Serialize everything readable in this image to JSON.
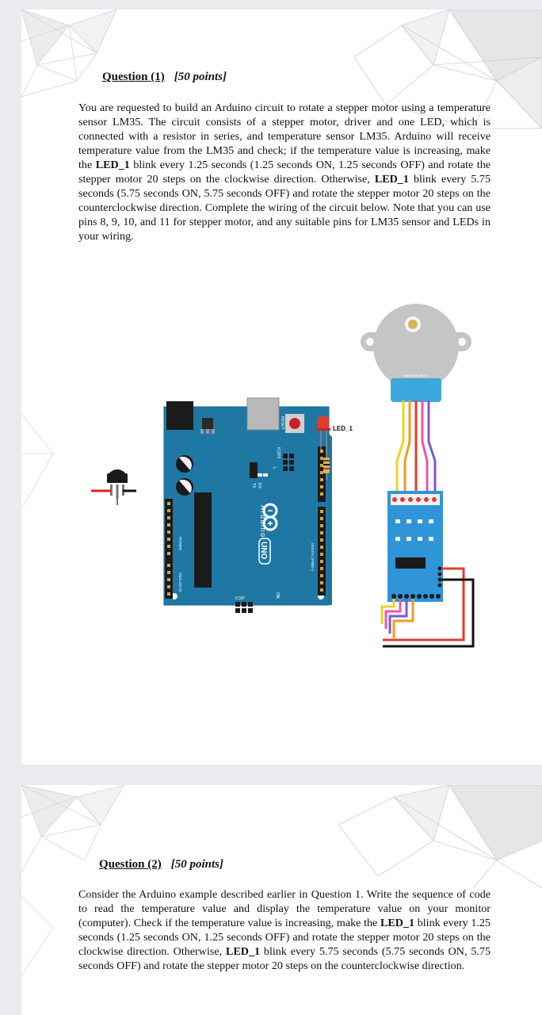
{
  "question1": {
    "title": "Question (1)",
    "points": "[50 points]",
    "body_part1": "You are requested to build an Arduino circuit to rotate a stepper motor using a temperature sensor LM35. The circuit consists of a stepper motor, driver and one LED, which is connected with a resistor in series, and temperature sensor LM35. Arduino will receive temperature value from the LM35 and check; if the temperature value is increasing, make the ",
    "led_emphasis_1": "LED_1",
    "body_part2": " blink every 1.25 seconds (1.25 seconds ON, 1.25 seconds OFF) and rotate the stepper motor 20 steps on the clockwise direction. Otherwise, ",
    "led_emphasis_2": "LED_1",
    "body_part3": " blink every 5.75 seconds (5.75 seconds ON, 5.75 seconds OFF) and rotate the stepper motor 20 steps on the counterclockwise direction. Complete the wiring of the circuit below. Note that you can use pins 8, 9, 10, and 11 for stepper motor, and any suitable pins for LM35 sensor and LEDs in your wiring."
  },
  "circuit": {
    "led_label": "LED_1",
    "board_brand": "Arduino",
    "board_model": "UNO",
    "reset_label": "RESET",
    "icsp_label": "ICSP",
    "icsp2_label": "ICSP2",
    "digital_label": "DIGITAL (PWM~)",
    "analog_label": "ANALOG IN",
    "power_label": "POWER",
    "on_label": "ON",
    "tx_label": "TX",
    "rx_label": "RX",
    "l_label": "L",
    "motor_watermark": "www.arduino.cc"
  },
  "question2": {
    "title": "Question (2)",
    "points": "[50 points]",
    "body_part1": "Consider the Arduino example described earlier in Question 1. Write the sequence of code to read the temperature value and display the temperature value on your monitor (computer). Check if the temperature value is increasing, make the ",
    "led_emphasis_1": "LED_1",
    "body_part2": " blink every 1.25 seconds (1.25 seconds ON, 1.25 seconds OFF) and rotate the stepper motor 20 steps on the clockwise direction. Otherwise, ",
    "led_emphasis_2": "LED_1",
    "body_part3": " blink every 5.75 seconds (5.75 seconds ON, 5.75 seconds OFF) and rotate the stepper motor 20 steps on the counterclockwise direction."
  }
}
